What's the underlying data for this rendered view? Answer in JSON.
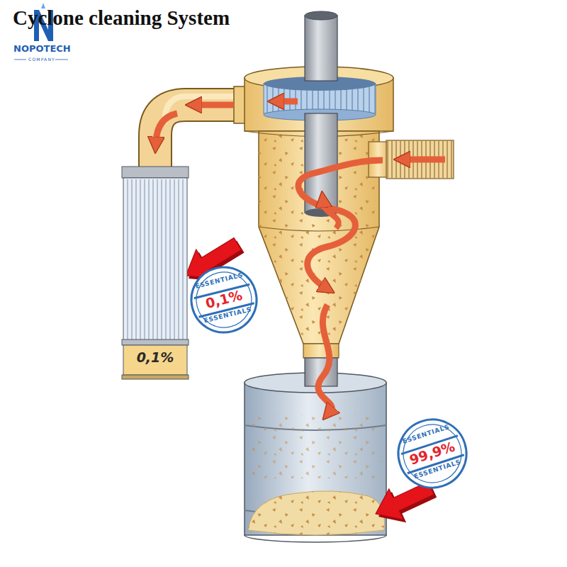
{
  "diagram": {
    "title": "Cyclone cleaning System",
    "nodes": [
      {
        "text": [
          "0,1%"
        ]
      },
      {
        "text": [
          "ESSENTIALS",
          "0,1%",
          "ESSENTIALS"
        ]
      },
      {
        "text": [
          "ESSENTIALS",
          "99,9%",
          "ESSENTIALS"
        ]
      }
    ],
    "labels": [
      "NOPOTECH",
      "COMPANY"
    ]
  }
}
